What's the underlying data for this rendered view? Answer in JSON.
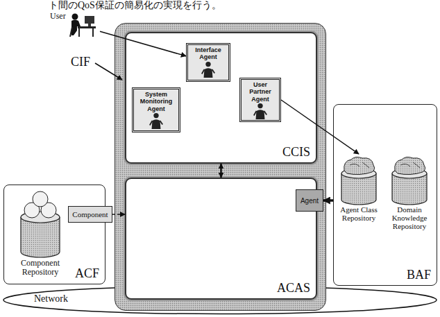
{
  "diagram": {
    "nodes": [
      {
        "text": [
          "User"
        ]
      },
      {
        "text": [
          "CIF"
        ]
      },
      {
        "text": [
          "CCIS"
        ],
        "in": 1
      },
      {
        "text": [
          "Interface Agent"
        ],
        "in": 2
      },
      {
        "text": [
          "System Monitoring Agent"
        ],
        "in": 2
      },
      {
        "text": [
          "User Partner Agent"
        ],
        "in": 2
      },
      {
        "text": [
          "ACAS"
        ],
        "in": 1
      },
      {
        "text": [
          "Agent"
        ]
      },
      {
        "text": [
          "ACF"
        ]
      },
      {
        "text": [
          "Component Repository"
        ],
        "in": 8
      },
      {
        "text": [
          "Component"
        ]
      },
      {
        "text": [
          "BAF"
        ]
      },
      {
        "text": [
          "Agent Class Repository"
        ],
        "in": 11
      },
      {
        "text": [
          "Domain Knowledge Repository"
        ],
        "in": 11
      },
      {
        "text": [
          "Network"
        ]
      }
    ],
    "edges": [
      {
        "from": 0,
        "to": 3,
        "arrow": "to"
      },
      {
        "from": 2,
        "to": 6,
        "arrow": "both"
      },
      {
        "from": 5,
        "to": 12,
        "arrow": "to"
      },
      {
        "from": 10,
        "to": 6,
        "arrow": "to"
      },
      {
        "from": 11,
        "to": 7,
        "arrow": "to"
      }
    ],
    "labels": [
      "ト間のQoS保証の簡易化の実現を行う。"
    ]
  }
}
